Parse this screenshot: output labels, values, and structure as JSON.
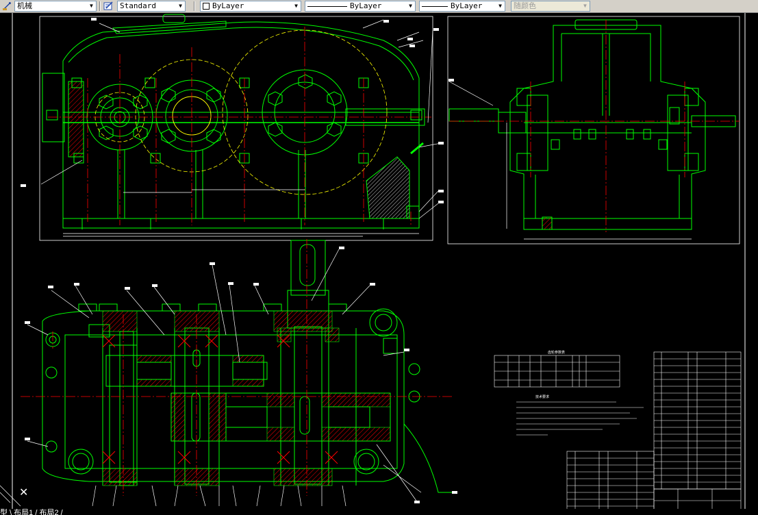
{
  "toolbar": {
    "dim_style": "机械",
    "text_style": "Standard",
    "layer": "ByLayer",
    "linetype": "ByLayer",
    "lineweight": "ByLayer",
    "plot_style": "随颜色"
  },
  "layout_tabs": "型 \\ 布局1 / 布局2 /",
  "colors": {
    "background": "#000000",
    "outline": "#00ff00",
    "centerline": "#ff0000",
    "dimension": "#ffffff",
    "gear_circle": "#ffff00",
    "section_hatch": "#ff0000"
  },
  "tables": {
    "gear_params_title": "齿轮参数表",
    "tech_req_title": "技术要求"
  }
}
